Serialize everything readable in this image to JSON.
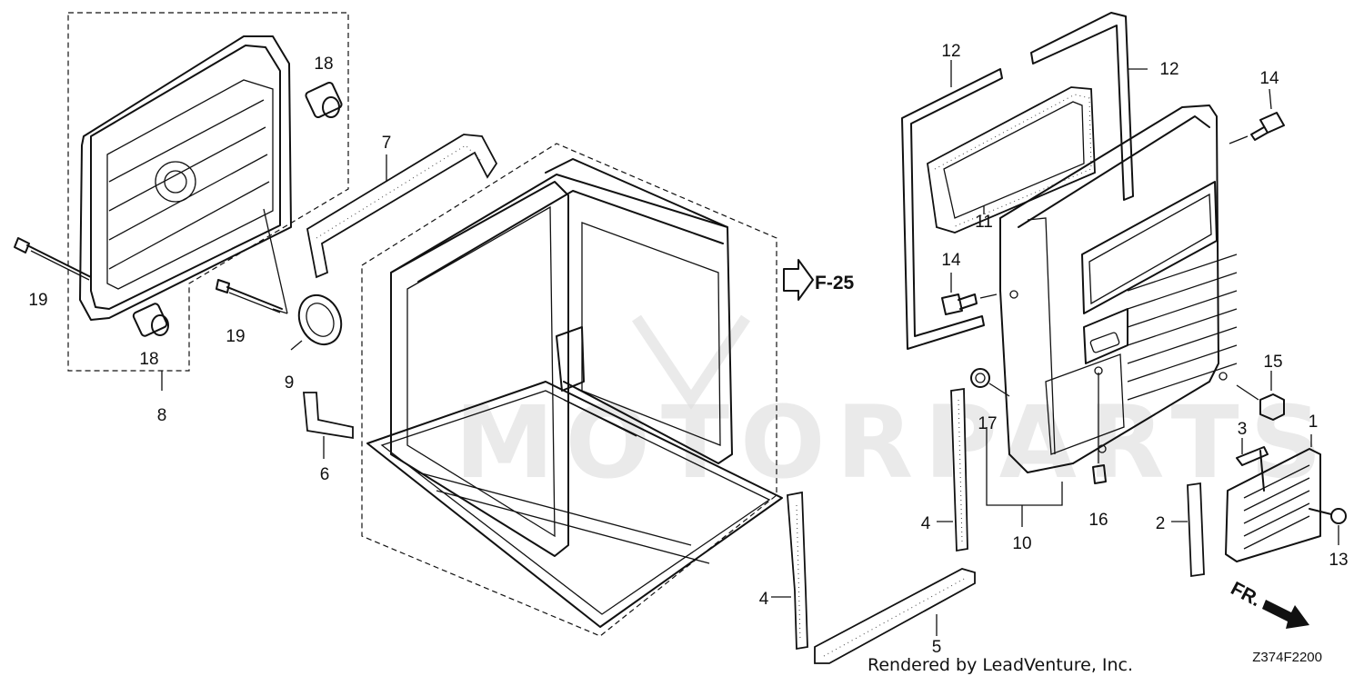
{
  "diagram": {
    "reference_label": "F-25",
    "credit": "Rendered by LeadVenture, Inc.",
    "diagram_code": "Z374F2200",
    "direction_label": "FR.",
    "callouts": [
      "1",
      "2",
      "3",
      "4",
      "4",
      "5",
      "6",
      "7",
      "8",
      "9",
      "10",
      "11",
      "12",
      "12",
      "13",
      "14",
      "14",
      "15",
      "16",
      "17",
      "18",
      "18",
      "19",
      "19"
    ]
  }
}
